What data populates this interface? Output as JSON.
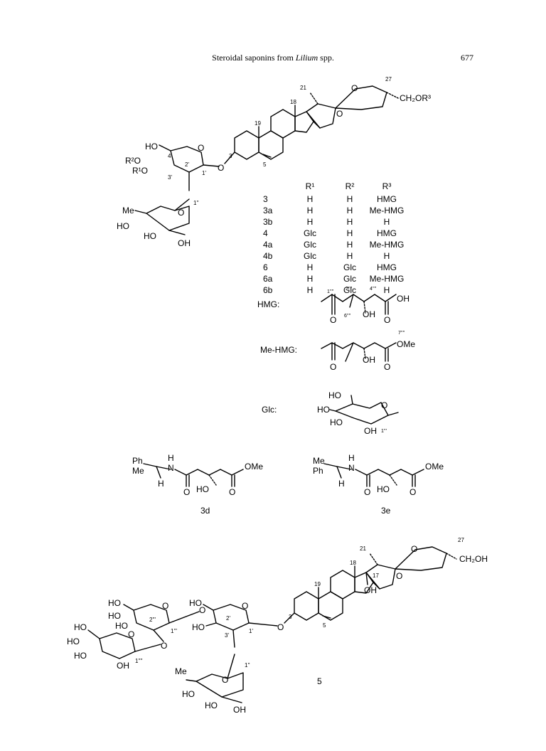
{
  "header": {
    "title_pre": "Steroidal saponins from ",
    "title_em": "Lilium",
    "title_post": " spp.",
    "page_number": "677"
  },
  "structure1": {
    "atom_labels": {
      "c27": "27",
      "ch2or3": "CH₂OR³",
      "c21": "21",
      "c18": "18",
      "c19": "19",
      "c3": "3",
      "c5": "5",
      "O_a": "O",
      "O_b": "O",
      "O_link": "O",
      "O_sugar": "O",
      "O_rham": "O",
      "HO_6": "HO",
      "R2O": "R²O",
      "R1O": "R¹O",
      "p4": "4'",
      "p2": "2'",
      "p3": "3'",
      "p1": "1'",
      "pp1": "1''",
      "Me": "Me",
      "HO_r": "HO",
      "HO_r2": "HO",
      "OH_r": "OH"
    }
  },
  "table": {
    "headers": [
      "",
      "R¹",
      "R²",
      "R³"
    ],
    "rows": [
      [
        "3",
        "H",
        "H",
        "HMG"
      ],
      [
        "3a",
        "H",
        "H",
        "Me-HMG"
      ],
      [
        "3b",
        "H",
        "H",
        "H"
      ],
      [
        "4",
        "Glc",
        "H",
        "HMG"
      ],
      [
        "4a",
        "Glc",
        "H",
        "Me-HMG"
      ],
      [
        "4b",
        "Glc",
        "H",
        "H"
      ],
      [
        "6",
        "H",
        "Glc",
        "HMG"
      ],
      [
        "6a",
        "H",
        "Glc",
        "Me-HMG"
      ],
      [
        "6b",
        "H",
        "Glc",
        "H"
      ]
    ]
  },
  "substituents": {
    "hmg_label": "HMG:",
    "mehmg_label": "Me-HMG:",
    "glc_label": "Glc:",
    "hmg_atoms": {
      "c1": "1''''",
      "c2": "2''''",
      "c4": "4''''",
      "c6": "6''''",
      "OH1": "OH",
      "OH2": "OH",
      "O1": "O",
      "O2": "O"
    },
    "mehmg_atoms": {
      "c7": "7''''",
      "OMe": "OMe",
      "OH": "OH",
      "O1": "O",
      "O2": "O"
    },
    "glc_atoms": {
      "HO1": "HO",
      "HO2": "HO",
      "HO3": "HO",
      "OH": "OH",
      "O": "O",
      "c1": "1'''"
    }
  },
  "compounds": {
    "c3d": {
      "label": "3d",
      "Ph": "Ph",
      "Me": "Me",
      "H1": "H",
      "H2": "H",
      "N": "N",
      "HO": "HO",
      "OMe": "OMe",
      "O1": "O",
      "O2": "O"
    },
    "c3e": {
      "label": "3e",
      "Ph": "Ph",
      "Me": "Me",
      "H1": "H",
      "H2": "H",
      "N": "N",
      "HO": "HO",
      "OMe": "OMe",
      "O1": "O",
      "O2": "O"
    }
  },
  "structure5": {
    "label": "5",
    "atom_labels": {
      "c27": "27",
      "ch2oh": "CH₂OH",
      "c21": "21",
      "c18": "18",
      "c17": "17",
      "OH17": "OH",
      "c19": "19",
      "c3": "3",
      "c5": "5",
      "O_a": "O",
      "O_b": "O",
      "O_link": "O",
      "O_g1": "O",
      "O_g2": "O",
      "O_g3": "O",
      "O_r": "O",
      "O_l1": "O",
      "O_l2": "O",
      "HO_a": "HO",
      "HO_b": "HO",
      "HO_c": "HO",
      "HO_d": "HO",
      "HO_e": "HO",
      "HO_f": "HO",
      "HO_g": "HO",
      "OH_a": "OH",
      "OH_r": "OH",
      "HO_r": "HO",
      "HO_r2": "HO",
      "Me_r": "Me",
      "p2": "2'",
      "p3": "3'",
      "p1": "1'",
      "pp1": "1''",
      "ppp2": "2'''",
      "ppp1": "1'''",
      "pppp1": "1''''"
    }
  }
}
